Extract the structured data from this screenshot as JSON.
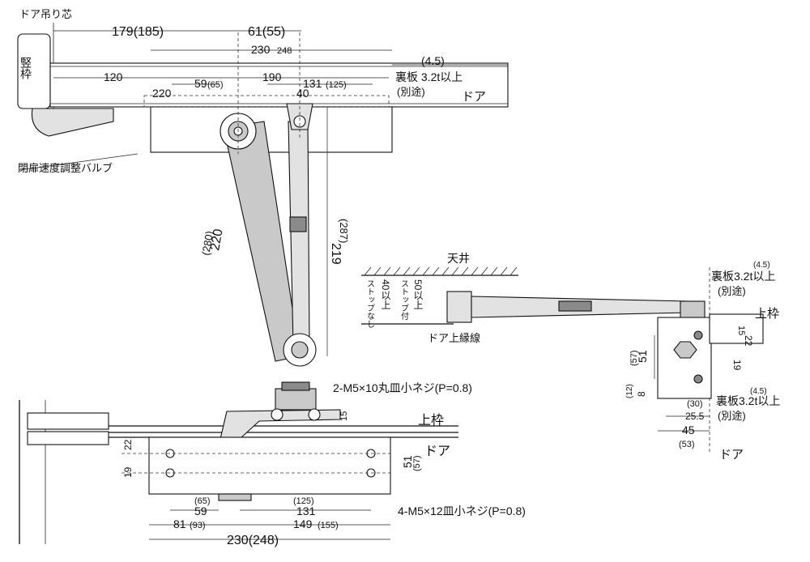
{
  "labels": {
    "door_pivot_center": "ドア吊り芯",
    "jamb": "竪枠",
    "door": "ドア",
    "door_sep": "ドア",
    "door_sep2": "ドア",
    "speed_valve": "閉扉速度調整バルブ",
    "backing_plate": "裏板 3.2t以上",
    "backing_plate_b": "裏板3.2t以上",
    "backing_plate_c": "裏板3.2t以上",
    "separate": "(別途)",
    "separate_b": "(別途)",
    "separate_c": "(別途)",
    "ceiling": "天井",
    "no_stop": "ストップなし",
    "with_stop": "ストップ付",
    "min40": "40以上",
    "min50": "50以上",
    "door_top_line": "ドア上縁線",
    "upper_frame": "上枠",
    "upper_frame_b": "上枠",
    "screw_top": "2-M5×10丸皿小ネジ(P=0.8)",
    "screw_bottom": "4-M5×12皿小ネジ(P=0.8)"
  },
  "dims": {
    "d179": "179(185)",
    "d61": "61(55)",
    "d230a": "230",
    "d248a": "248",
    "d45a": "(4.5)",
    "d120": "120",
    "d190": "190",
    "d220": "220",
    "d59a": "59",
    "d65a": "(65)",
    "d131a": "131",
    "d125a": "(125)",
    "d40": "40",
    "arm220": "220",
    "arm280": "(280)",
    "d219": "219",
    "d287": "(287)",
    "s45b": "(4.5)",
    "s15": "15",
    "s19": "19",
    "s22": "22",
    "s51": "51",
    "s57": "(57)",
    "s12": "(12)",
    "s8": "8",
    "s45c": "(4.5)",
    "s30": "(30)",
    "s255": "25.5",
    "s45": "45",
    "s53": "(53)",
    "b15": "15",
    "b19": "19",
    "b22": "22",
    "b65": "(65)",
    "b59": "59",
    "b125": "(125)",
    "b131": "131",
    "b51": "51",
    "b57": "(57)",
    "b81": "81",
    "b93": "(93)",
    "b149": "149",
    "b155": "(155)",
    "b230": "230(248)"
  }
}
